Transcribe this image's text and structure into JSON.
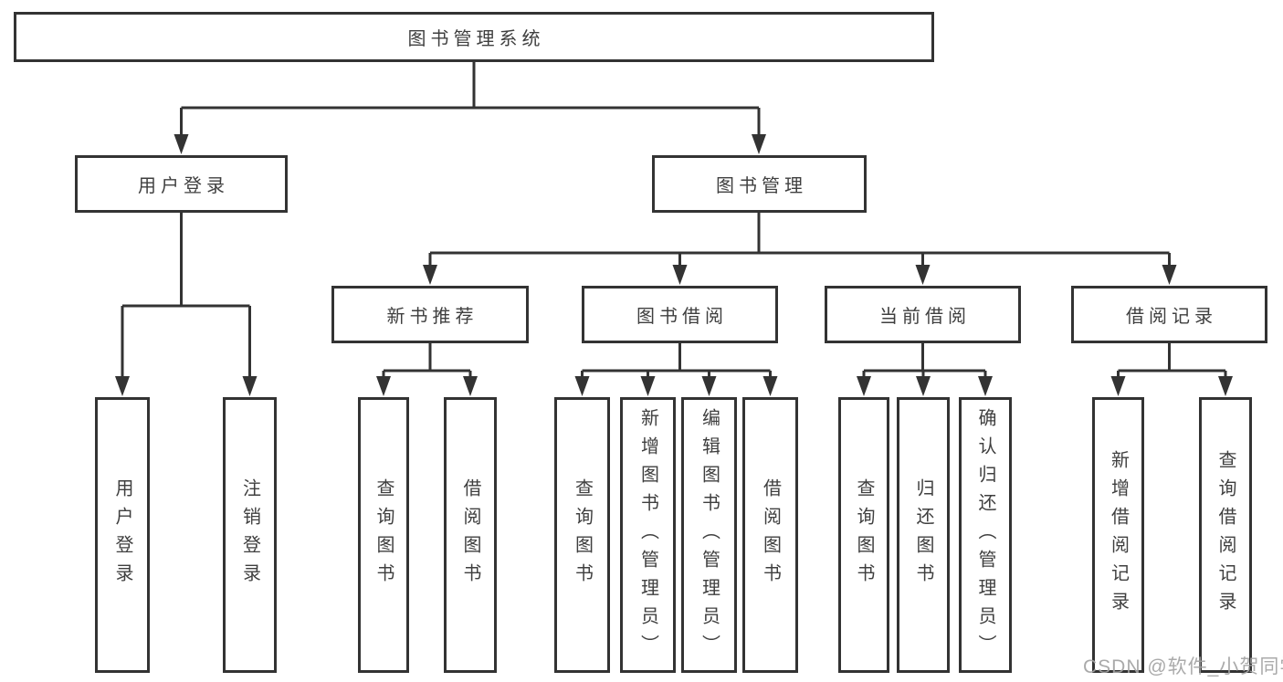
{
  "nodes": {
    "root": "图书管理系统",
    "user_login": "用户登录",
    "book_mgmt": "图书管理",
    "new_books": "新书推荐",
    "book_borrow": "图书借阅",
    "current_borrow": "当前借阅",
    "borrow_records": "借阅记录"
  },
  "leaves": {
    "user_login": [
      "用户登录",
      "注销登录"
    ],
    "new_books": [
      "查询图书",
      "借阅图书"
    ],
    "book_borrow": [
      "查询图书",
      "新增图书（管理员）",
      "编辑图书（管理员）",
      "借阅图书"
    ],
    "current_borrow": [
      "查询图书",
      "归还图书",
      "确认归还（管理员）"
    ],
    "borrow_records": [
      "新增借阅记录",
      "查询借阅记录"
    ]
  },
  "watermark": "CSDN @软件_小贺同学",
  "colors": {
    "line": "#333333",
    "text": "#3f3f3f",
    "watermark": "#a3a3a3",
    "background": "#ffffff"
  }
}
